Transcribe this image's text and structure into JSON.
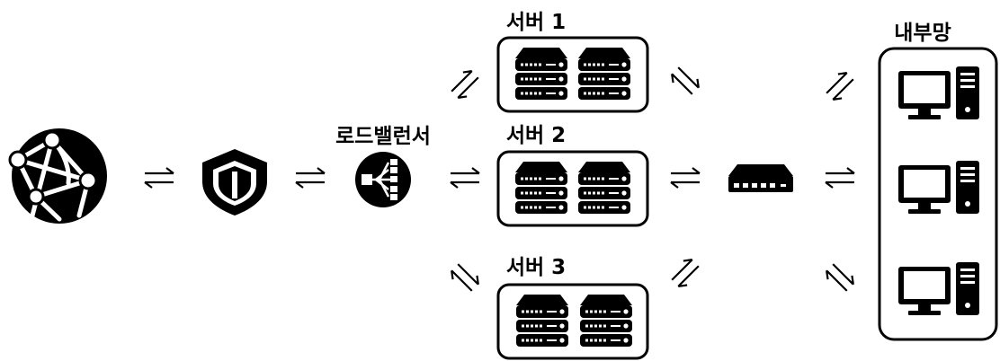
{
  "labels": {
    "load_balancer": "로드밸런서",
    "server1": "서버 1",
    "server2": "서버 2",
    "server3": "서버 3",
    "internal_network": "내부망"
  },
  "icons": {
    "internet": "globe-network-icon",
    "firewall": "shield-icon",
    "load_balancer": "load-balancer-icon",
    "server": "server-rack-icon",
    "switch": "network-switch-icon",
    "computer": "desktop-computer-icon",
    "link": "bidirectional-arrow-icon"
  },
  "colors": {
    "foreground": "#000000",
    "background": "#ffffff"
  }
}
